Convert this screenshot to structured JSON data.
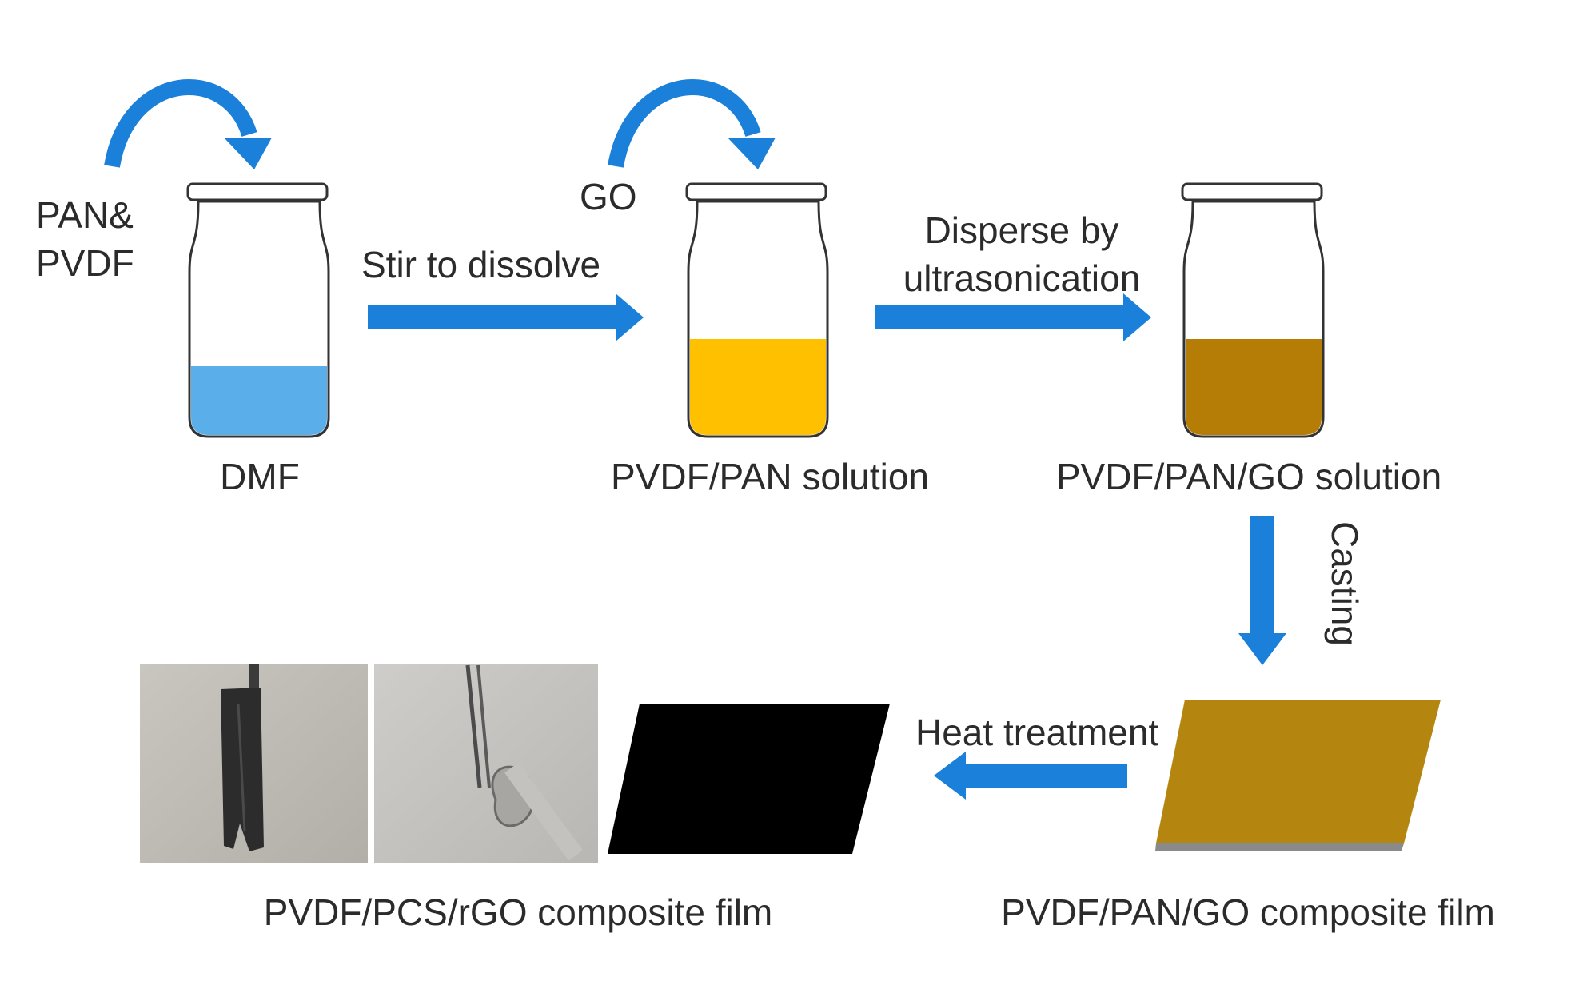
{
  "colors": {
    "arrow": "#1a80d9",
    "dmf_liquid": "#5aaeea",
    "pvdf_pan_liquid": "#ffc000",
    "go_liquid": "#b57d06",
    "go_film": "#b5860f",
    "rgo_film": "#000000",
    "vial_outline": "#333333",
    "text": "#2b2b2b"
  },
  "step1": {
    "reagent_line1": "PAN&",
    "reagent_line2": "PVDF",
    "vial_label": "DMF"
  },
  "arrow1_label": "Stir to dissolve",
  "step2": {
    "reagent": "GO",
    "vial_label": "PVDF/PAN solution"
  },
  "arrow2_label_line1": "Disperse by",
  "arrow2_label_line2": "ultrasonication",
  "step3": {
    "vial_label": "PVDF/PAN/GO solution"
  },
  "arrow3_label": "Casting",
  "film_go_label": "PVDF/PAN/GO composite film",
  "arrow4_label": "Heat treatment",
  "film_rgo_label": "PVDF/PCS/rGO composite film",
  "photos": [
    "photo of film held by clip",
    "photo of film folded with tweezers"
  ]
}
